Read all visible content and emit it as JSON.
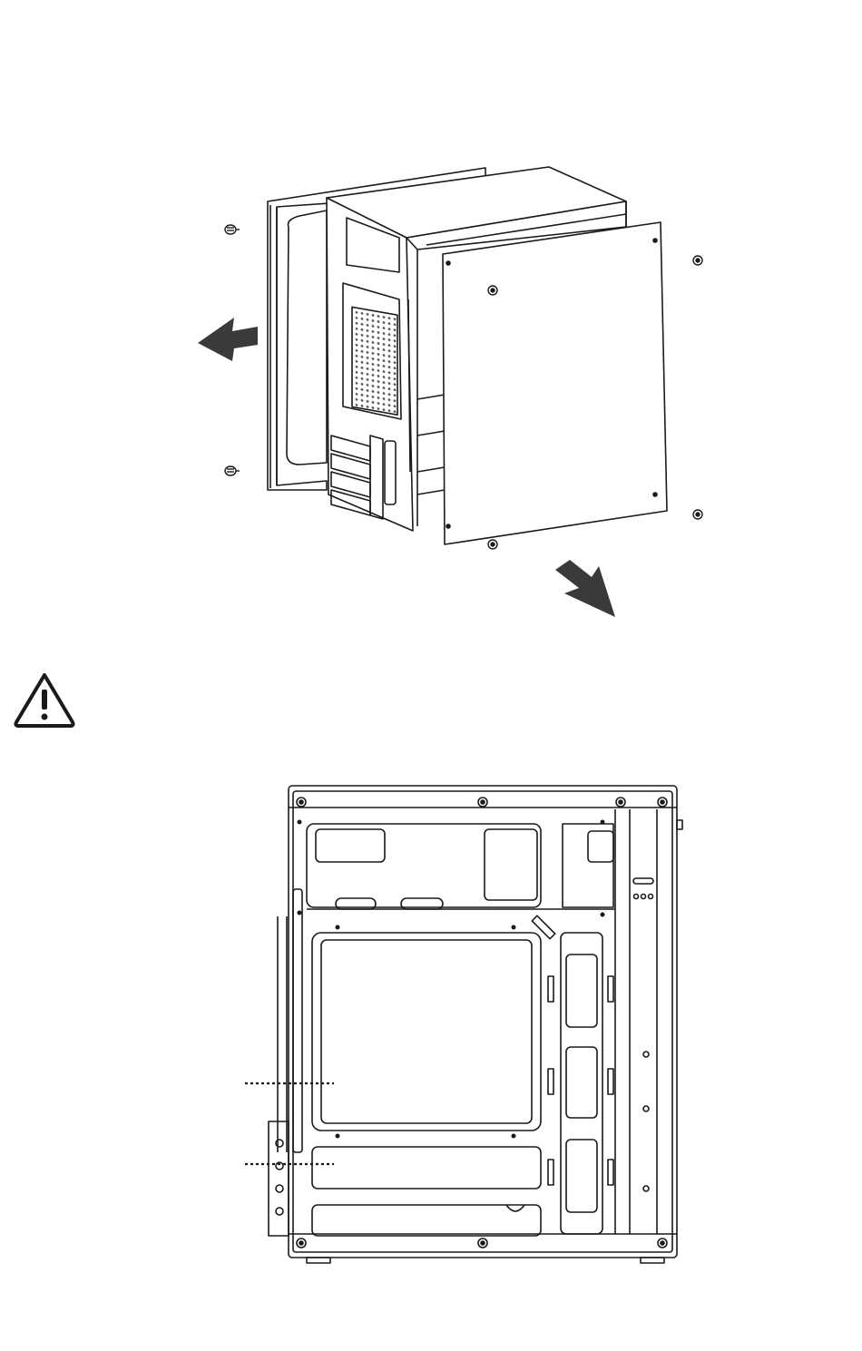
{
  "figures": [
    {
      "id": "side-panel-removal",
      "description_visible_text": ""
    },
    {
      "id": "warning-notice",
      "icon": "warning-triangle-icon"
    },
    {
      "id": "chassis-side-view",
      "description_visible_text": ""
    }
  ],
  "colors": {
    "line": "#1a1a1a",
    "arrow": "#3a3a3a",
    "fan_mesh": "#555555",
    "background": "#ffffff"
  },
  "icons": [
    "thumbscrew-icon",
    "removal-arrow-icon",
    "warning-triangle-icon",
    "callout-leader-icon"
  ]
}
